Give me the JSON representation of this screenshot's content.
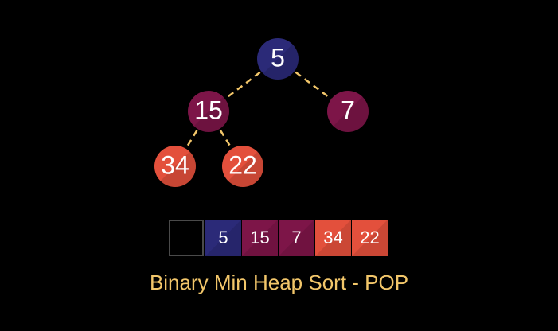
{
  "colors": {
    "background": "#000000",
    "edge": "#f2c66a",
    "level0": "#2b2a78",
    "level1": "#7d1548",
    "level2": "#e3503c",
    "empty_border": "#4a4a4a",
    "caption": "#f2c66a"
  },
  "heap": {
    "nodes": [
      {
        "id": "n0",
        "value": "5",
        "level": 0
      },
      {
        "id": "n1",
        "value": "15",
        "level": 1
      },
      {
        "id": "n2",
        "value": "7",
        "level": 1
      },
      {
        "id": "n3",
        "value": "34",
        "level": 2
      },
      {
        "id": "n4",
        "value": "22",
        "level": 2
      }
    ],
    "edges": [
      {
        "from": "n0",
        "to": "n1"
      },
      {
        "from": "n0",
        "to": "n2"
      },
      {
        "from": "n1",
        "to": "n3"
      },
      {
        "from": "n1",
        "to": "n4"
      }
    ]
  },
  "array": {
    "cells": [
      {
        "value": "",
        "level": null
      },
      {
        "value": "5",
        "level": 0
      },
      {
        "value": "15",
        "level": 1
      },
      {
        "value": "7",
        "level": 1
      },
      {
        "value": "34",
        "level": 2
      },
      {
        "value": "22",
        "level": 2
      }
    ]
  },
  "caption": "Binary Min Heap Sort - POP"
}
